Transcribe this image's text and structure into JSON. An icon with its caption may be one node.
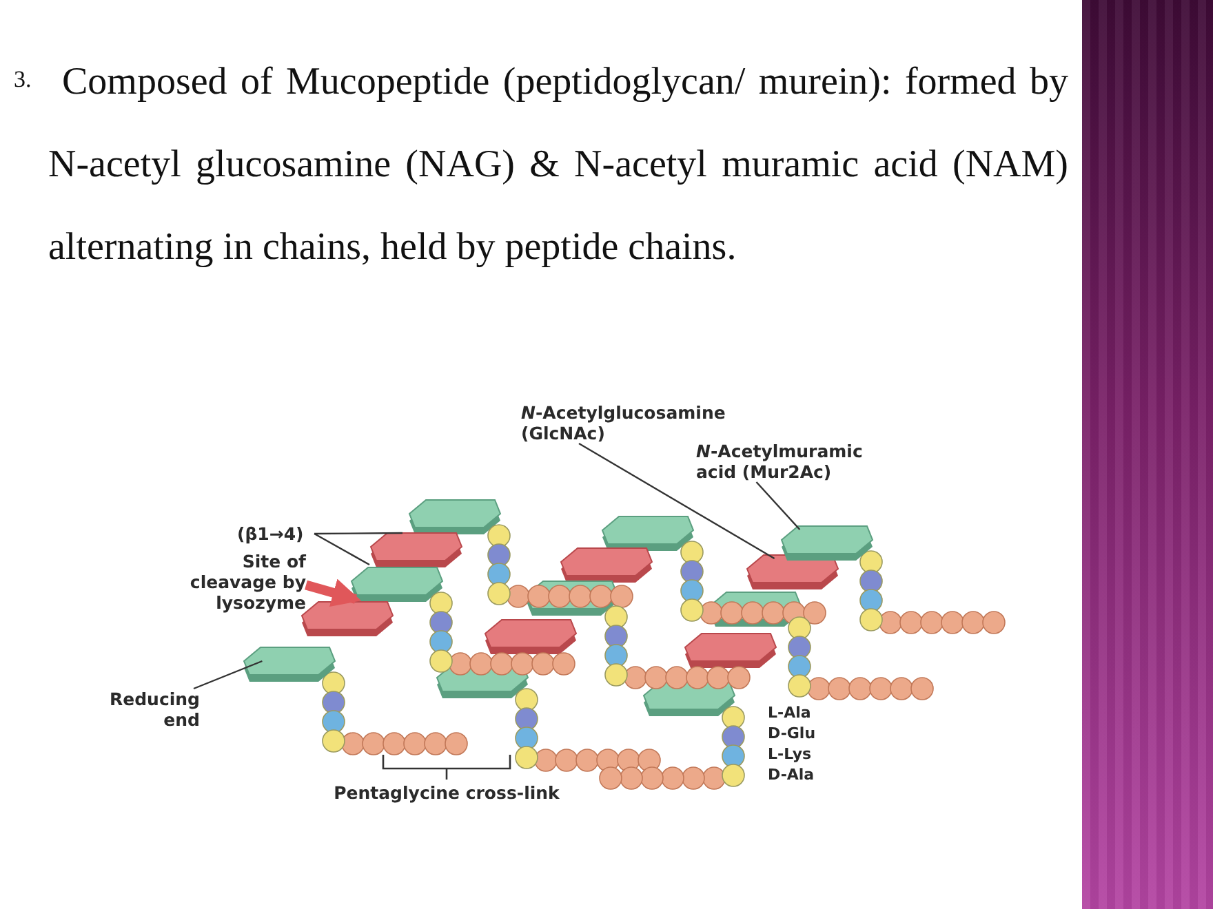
{
  "diagram": {
    "nodes": [
      {
        "text": [
          "*N*-Acetylglucosamine (GlcNAc)"
        ]
      },
      {
        "text": [],
        "shape": "hexagon"
      },
      {
        "text": [
          "*N*-Acetylmuramic acid (Mur2Ac)"
        ]
      },
      {
        "text": [],
        "shape": "hexagon"
      },
      {
        "text": [
          "(β1→4)"
        ]
      },
      {
        "text": [
          "Site of cleavage by lysozyme"
        ]
      },
      {
        "text": [
          "Reducing end"
        ]
      },
      {
        "text": [],
        "shape": "hexagon"
      }
    ],
    "edges": [
      {
        "from": 0,
        "to": 1,
        "arrow": "none"
      },
      {
        "from": 2,
        "to": 3,
        "arrow": "none"
      },
      {
        "from": 4,
        "to": null,
        "arrow": "none"
      },
      {
        "from": 4,
        "to": null,
        "arrow": "none"
      },
      {
        "from": 5,
        "to": null,
        "arrow": "to",
        "style": "thick",
        "color": "#e0575a"
      },
      {
        "from": 6,
        "to": 7,
        "arrow": "none"
      }
    ],
    "labels": [
      "3.",
      "Composed of Mucopeptide (peptidoglycan/ murein): formed by N-acetyl glucosamine (NAG) & N-acetyl muramic acid (NAM) alternating in chains, held by peptide chains.",
      "Pentaglycine cross-link",
      "L-Ala",
      "D-Glu",
      "L-Lys",
      "D-Ala"
    ]
  }
}
